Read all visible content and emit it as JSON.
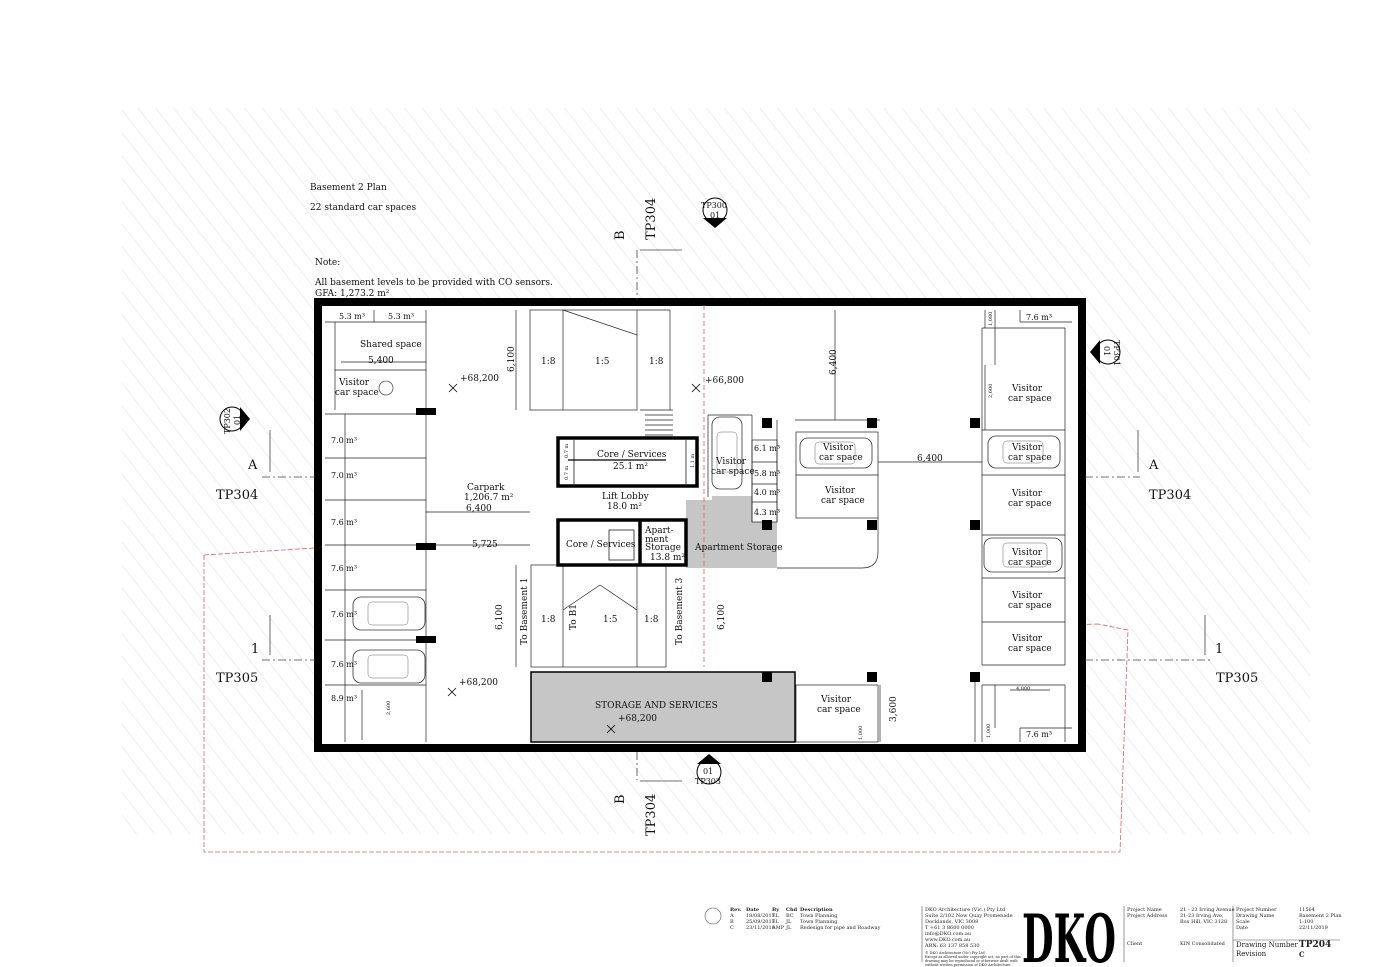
{
  "plan": {
    "title": "Basement 2 Plan",
    "car_spaces": "22 standard car spaces",
    "note_label": "Note:",
    "note_text": "All basement levels to be provided with CO sensors.",
    "gfa": "GFA: 1,273.2 m²"
  },
  "section_markers": {
    "b_letter": "B",
    "a_letter": "A",
    "one": "1",
    "tp304": "TP304",
    "tp305": "TP305",
    "tp300": "TP300",
    "tp301": "TP301",
    "tp302": "TP302",
    "tp303": "TP303",
    "zero_one": "01"
  },
  "rooms": {
    "shared_space": "Shared space",
    "visitor": "Visitor",
    "car_space": "car space",
    "carpark": "Carpark",
    "carpark_area": "1,206.7 m²",
    "core_services": "Core / Services",
    "core_area": "25.1 m²",
    "lift_lobby": "Lift Lobby",
    "lift_area": "18.0 m²",
    "apart": "Apart-",
    "ment": "ment",
    "storage": "Storage",
    "apt_storage_area": "13.8 m²",
    "apartment_storage": "Apartment Storage",
    "storage_services": "STORAGE AND SERVICES",
    "to_basement1": "To Basement 1",
    "to_b1": "To B1",
    "to_basement3": "To Basement 3"
  },
  "storage_areas": {
    "m5_3": "5.3 m³",
    "m7_6": "7.6 m³",
    "m7_0": "7.0 m³",
    "m8_9": "8.9 m³",
    "m6_1": "6.1 m³",
    "m5_8": "5.8 m³",
    "m4_0": "4.0 m³",
    "m4_3": "4.3 m³",
    "m0_7": "0.7 m",
    "m1_1": "1.1 m"
  },
  "levels": {
    "l68200": "+68,200",
    "l66800": "+66,800"
  },
  "dimensions": {
    "d5400": "5,400",
    "d6100": "6,100",
    "d6400": "6,400",
    "d5725": "5,725",
    "d3600": "3,600",
    "d4800": "4,800",
    "d2600": "2,600",
    "d1080": "1,080",
    "d1000": "1,000"
  },
  "ramps": {
    "r18": "1:8",
    "r15": "1:5"
  },
  "revision_table": {
    "headers": [
      "Rev.",
      "Date",
      "By",
      "Chd",
      "Description"
    ],
    "rows": [
      [
        "A",
        "18/08/2017",
        "EL",
        "BC",
        "Town Planning"
      ],
      [
        "B",
        "25/09/2017",
        "EL",
        "JL",
        "Town Planning"
      ],
      [
        "C",
        "23/11/2019",
        "AMP",
        "JL",
        "Redesign for pipe and Roadway"
      ]
    ]
  },
  "firm": {
    "lines": [
      "DKO Architecture (Vic.) Pty Ltd",
      "Suite 2/102 New Quay Promenade",
      "Docklands, VIC 3008",
      "T +61 3 8600 0000",
      "info@DKO.com.au",
      "www.DKO.com.au",
      "ABN: 63 137 858 530"
    ],
    "copyright": [
      "© DKO Architecture (Vic) Pty Ltd",
      "Except as allowed under copyright act, no part of this",
      "drawing may be reproduced or otherwise dealt with",
      "without written permission of DKO Architecture."
    ],
    "logo": "DKO"
  },
  "project": {
    "name_label": "Project Name",
    "address_label": "Project Address",
    "name": "21 - 23 Irving Avenue",
    "address1": "21-23 Irving Ave,",
    "address2": "Box Hill, VIC 3128",
    "client_label": "Client",
    "client": "KIN Consolidated",
    "number_label": "Project Number",
    "drawing_name_label": "Drawing Name",
    "scale_label": "Scale",
    "date_label": "Date",
    "number": "11564",
    "drawing_name": "Basement 2 Plan",
    "scale": "1:100",
    "date": "22/11/2019",
    "drawing_number_label": "Drawing Number",
    "revision_label": "Revision",
    "drawing_number": "TP204",
    "revision": "C"
  }
}
